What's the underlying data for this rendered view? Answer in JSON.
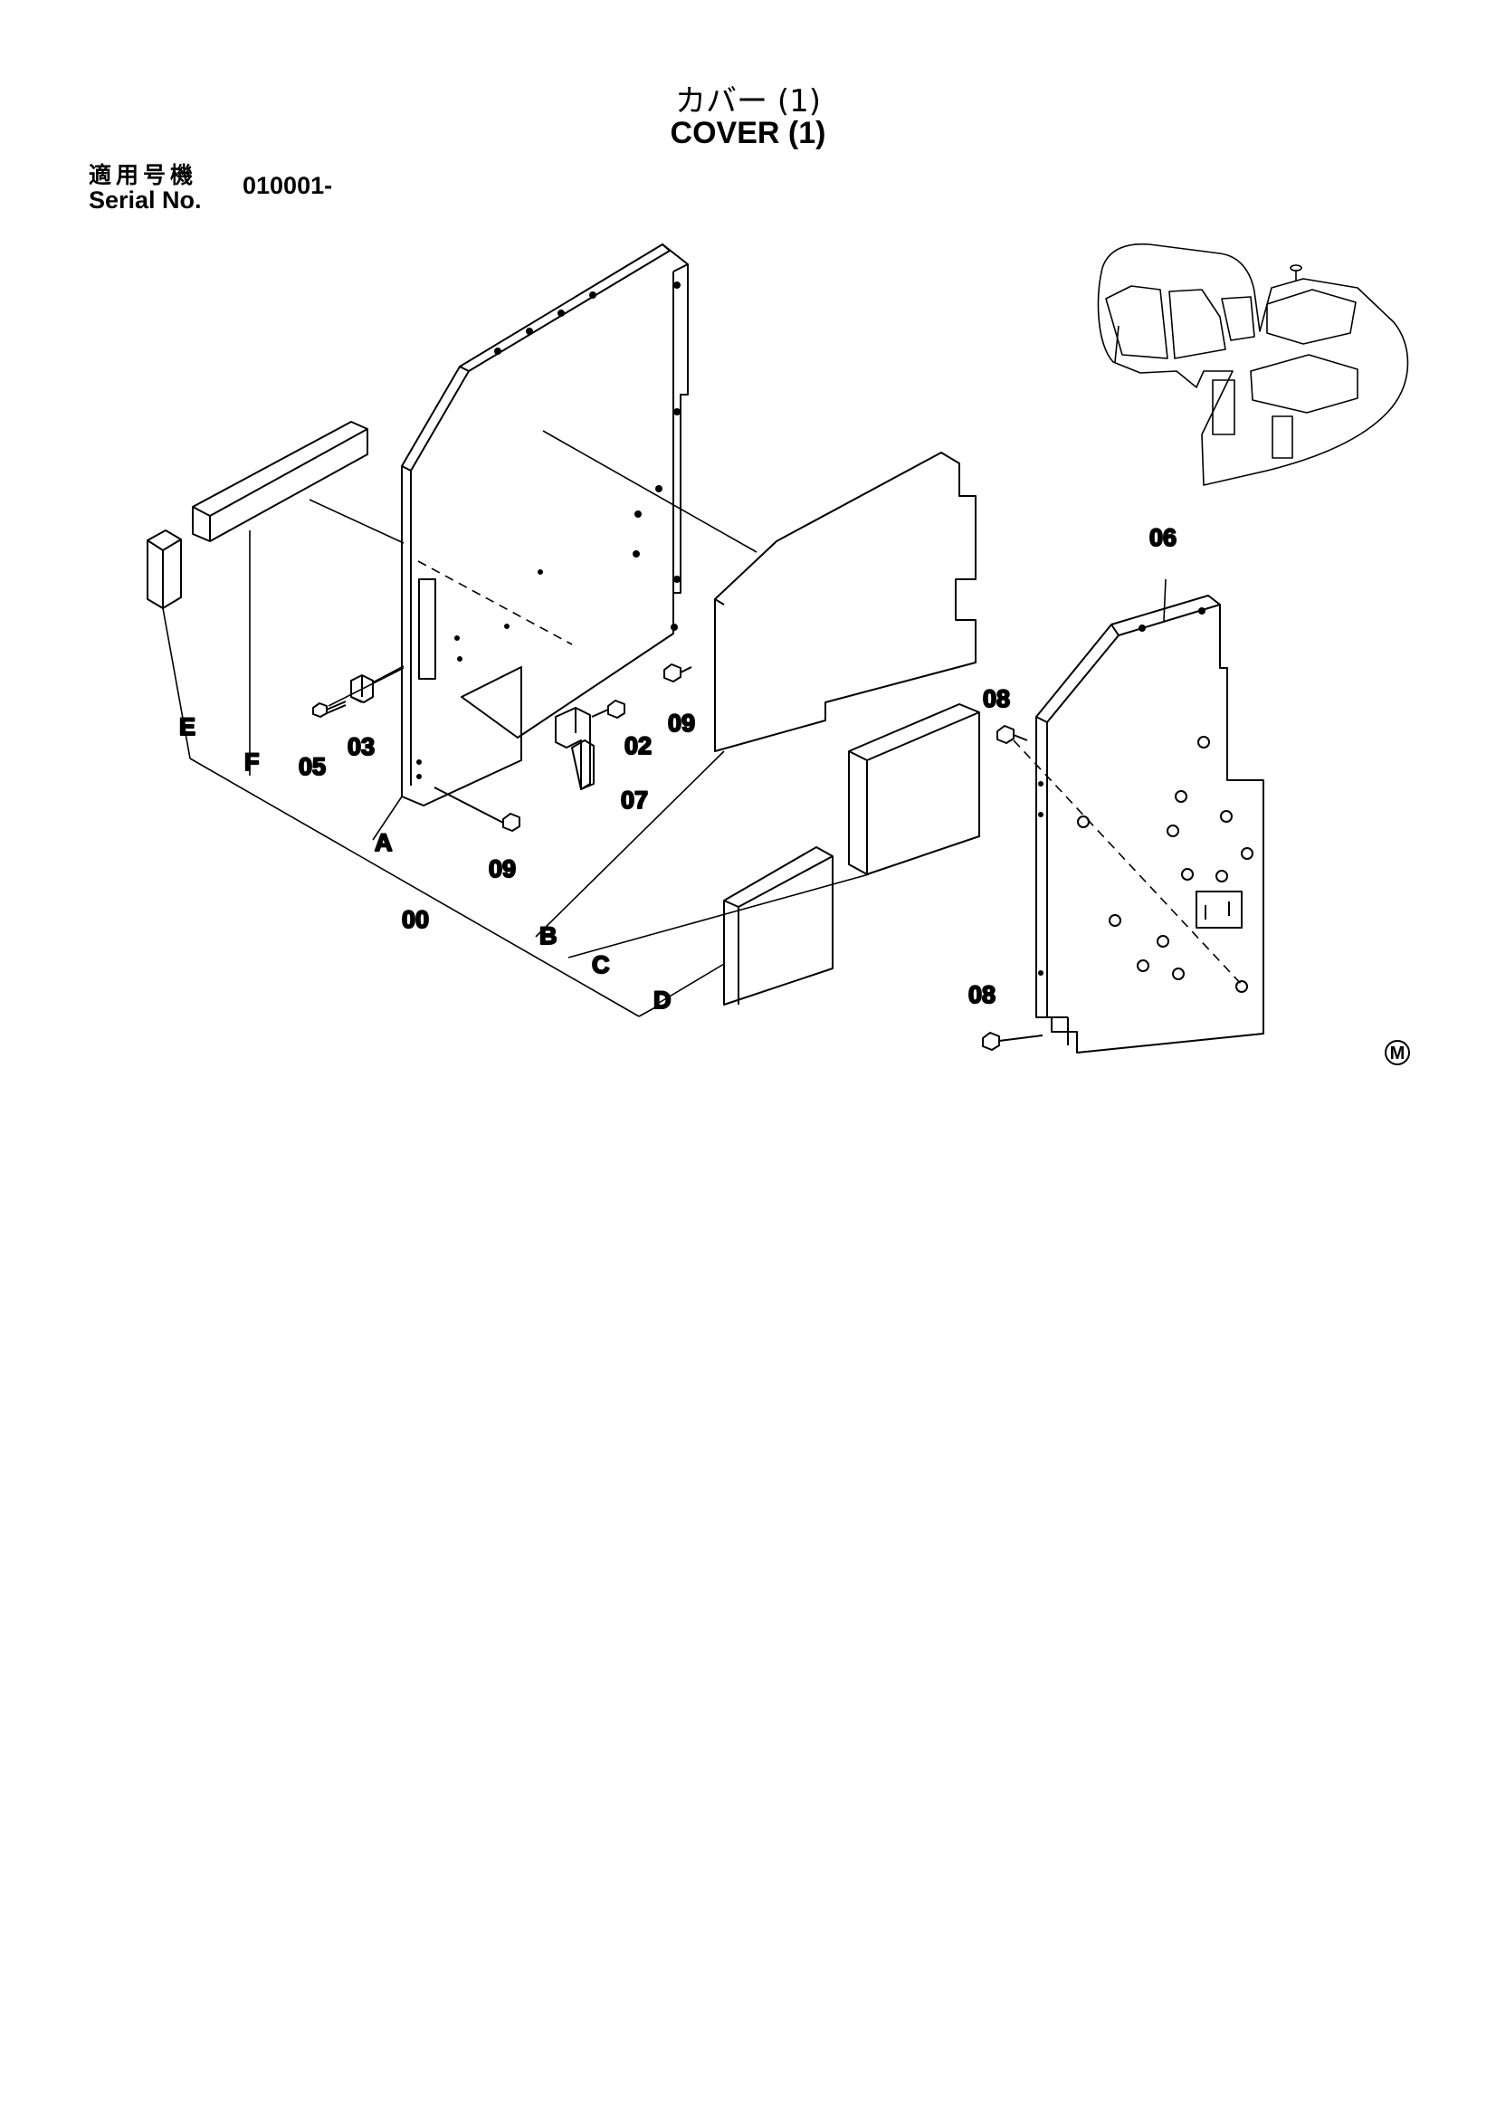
{
  "header": {
    "title_jp": "カバー (1)",
    "title_en": "COVER (1)",
    "serial_label_jp": "適用号機",
    "serial_label_en": "Serial No.",
    "serial_value": "010001-"
  },
  "callouts": {
    "c00": "00",
    "c02": "02",
    "c03": "03",
    "c05": "05",
    "c06": "06",
    "c07": "07",
    "c08a": "08",
    "c08b": "08",
    "c09a": "09",
    "c09b": "09",
    "A": "A",
    "B": "B",
    "C": "C",
    "D": "D",
    "E": "E",
    "F": "F",
    "mark": "M"
  },
  "icons": {
    "main_panel": "cover-panel-icon",
    "insulation": "insulation-pad-icon",
    "bolt": "bolt-icon",
    "clip": "clip-icon",
    "bracket": "bracket-icon",
    "machine": "excavator-icon"
  }
}
